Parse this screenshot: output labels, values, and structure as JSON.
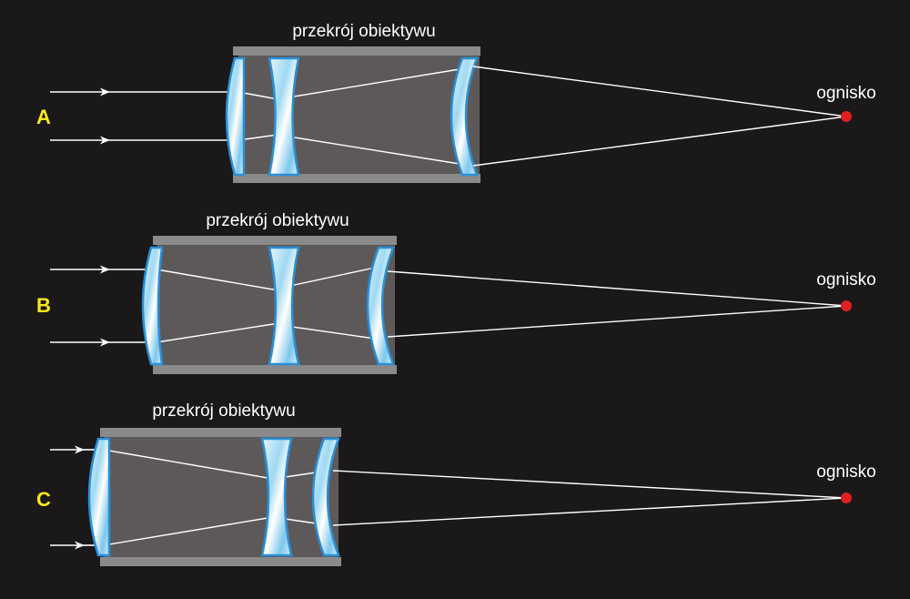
{
  "colors": {
    "background": "#1a1818",
    "tube_wall": "#8a8a8a",
    "tube_inner": "#5d5959",
    "lens_edge": "#2a8fd6",
    "lens_glass": "#bfe6f7",
    "ray": "#ffffff",
    "focus_point": "#e02020",
    "row_letter": "#ffe81a"
  },
  "diagrams": [
    {
      "letter": "A",
      "title": "przekrój obiektywu",
      "focus_label": "ognisko"
    },
    {
      "letter": "B",
      "title": "przekrój obiektywu",
      "focus_label": "ognisko"
    },
    {
      "letter": "C",
      "title": "przekrój obiektywu",
      "focus_label": "ognisko"
    }
  ]
}
